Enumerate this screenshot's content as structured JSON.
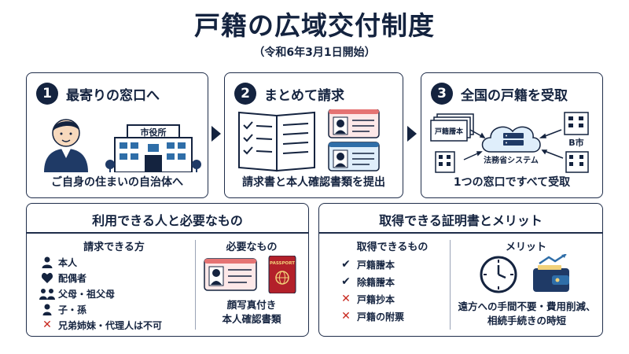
{
  "title": "戸籍の広域交付制度",
  "subtitle": "（令和6年3月1日開始）",
  "steps": [
    {
      "number": "1",
      "title": "最寄りの窓口へ",
      "building_sign": "市役所",
      "caption": "ご自身の住まいの自治体へ"
    },
    {
      "number": "2",
      "title": "まとめて請求",
      "caption": "請求書と本人確認書類を提出"
    },
    {
      "number": "3",
      "title": "全国の戸籍を受取",
      "doc_label": "戸籍謄本",
      "city_label": "B市",
      "system_label": "法務省システム",
      "caption": "1つの窓口ですべて受取"
    }
  ],
  "eligibility": {
    "title": "利用できる人と必要なもの",
    "requesters_title": "請求できる方",
    "requesters": [
      {
        "label": "本人",
        "icon": "person-icon",
        "allowed": true
      },
      {
        "label": "配偶者",
        "icon": "heart-icon",
        "allowed": true
      },
      {
        "label": "父母・祖父母",
        "icon": "family-icon",
        "allowed": true
      },
      {
        "label": "子・孫",
        "icon": "child-icon",
        "allowed": true
      },
      {
        "label": "兄弟姉妹・代理人は不可",
        "icon": "cross-icon",
        "allowed": false
      }
    ],
    "needed_title": "必要なもの",
    "passport_label": "PASSPORT",
    "needed_caption_1": "顔写真付き",
    "needed_caption_2": "本人確認書類"
  },
  "benefits": {
    "title": "取得できる証明書とメリット",
    "available_title": "取得できるもの",
    "available": [
      {
        "label": "戸籍謄本",
        "allowed": true
      },
      {
        "label": "除籍謄本",
        "allowed": true
      },
      {
        "label": "戸籍抄本",
        "allowed": false
      },
      {
        "label": "戸籍の附票",
        "allowed": false
      }
    ],
    "merit_title": "メリット",
    "merit_caption_1": "遠方への手間不要・費用削減、",
    "merit_caption_2": "相続手続きの時短"
  },
  "colors": {
    "navy": "#14233f",
    "red": "#c8281e",
    "blue": "#2f6ea8",
    "passport": "#b3202a"
  }
}
